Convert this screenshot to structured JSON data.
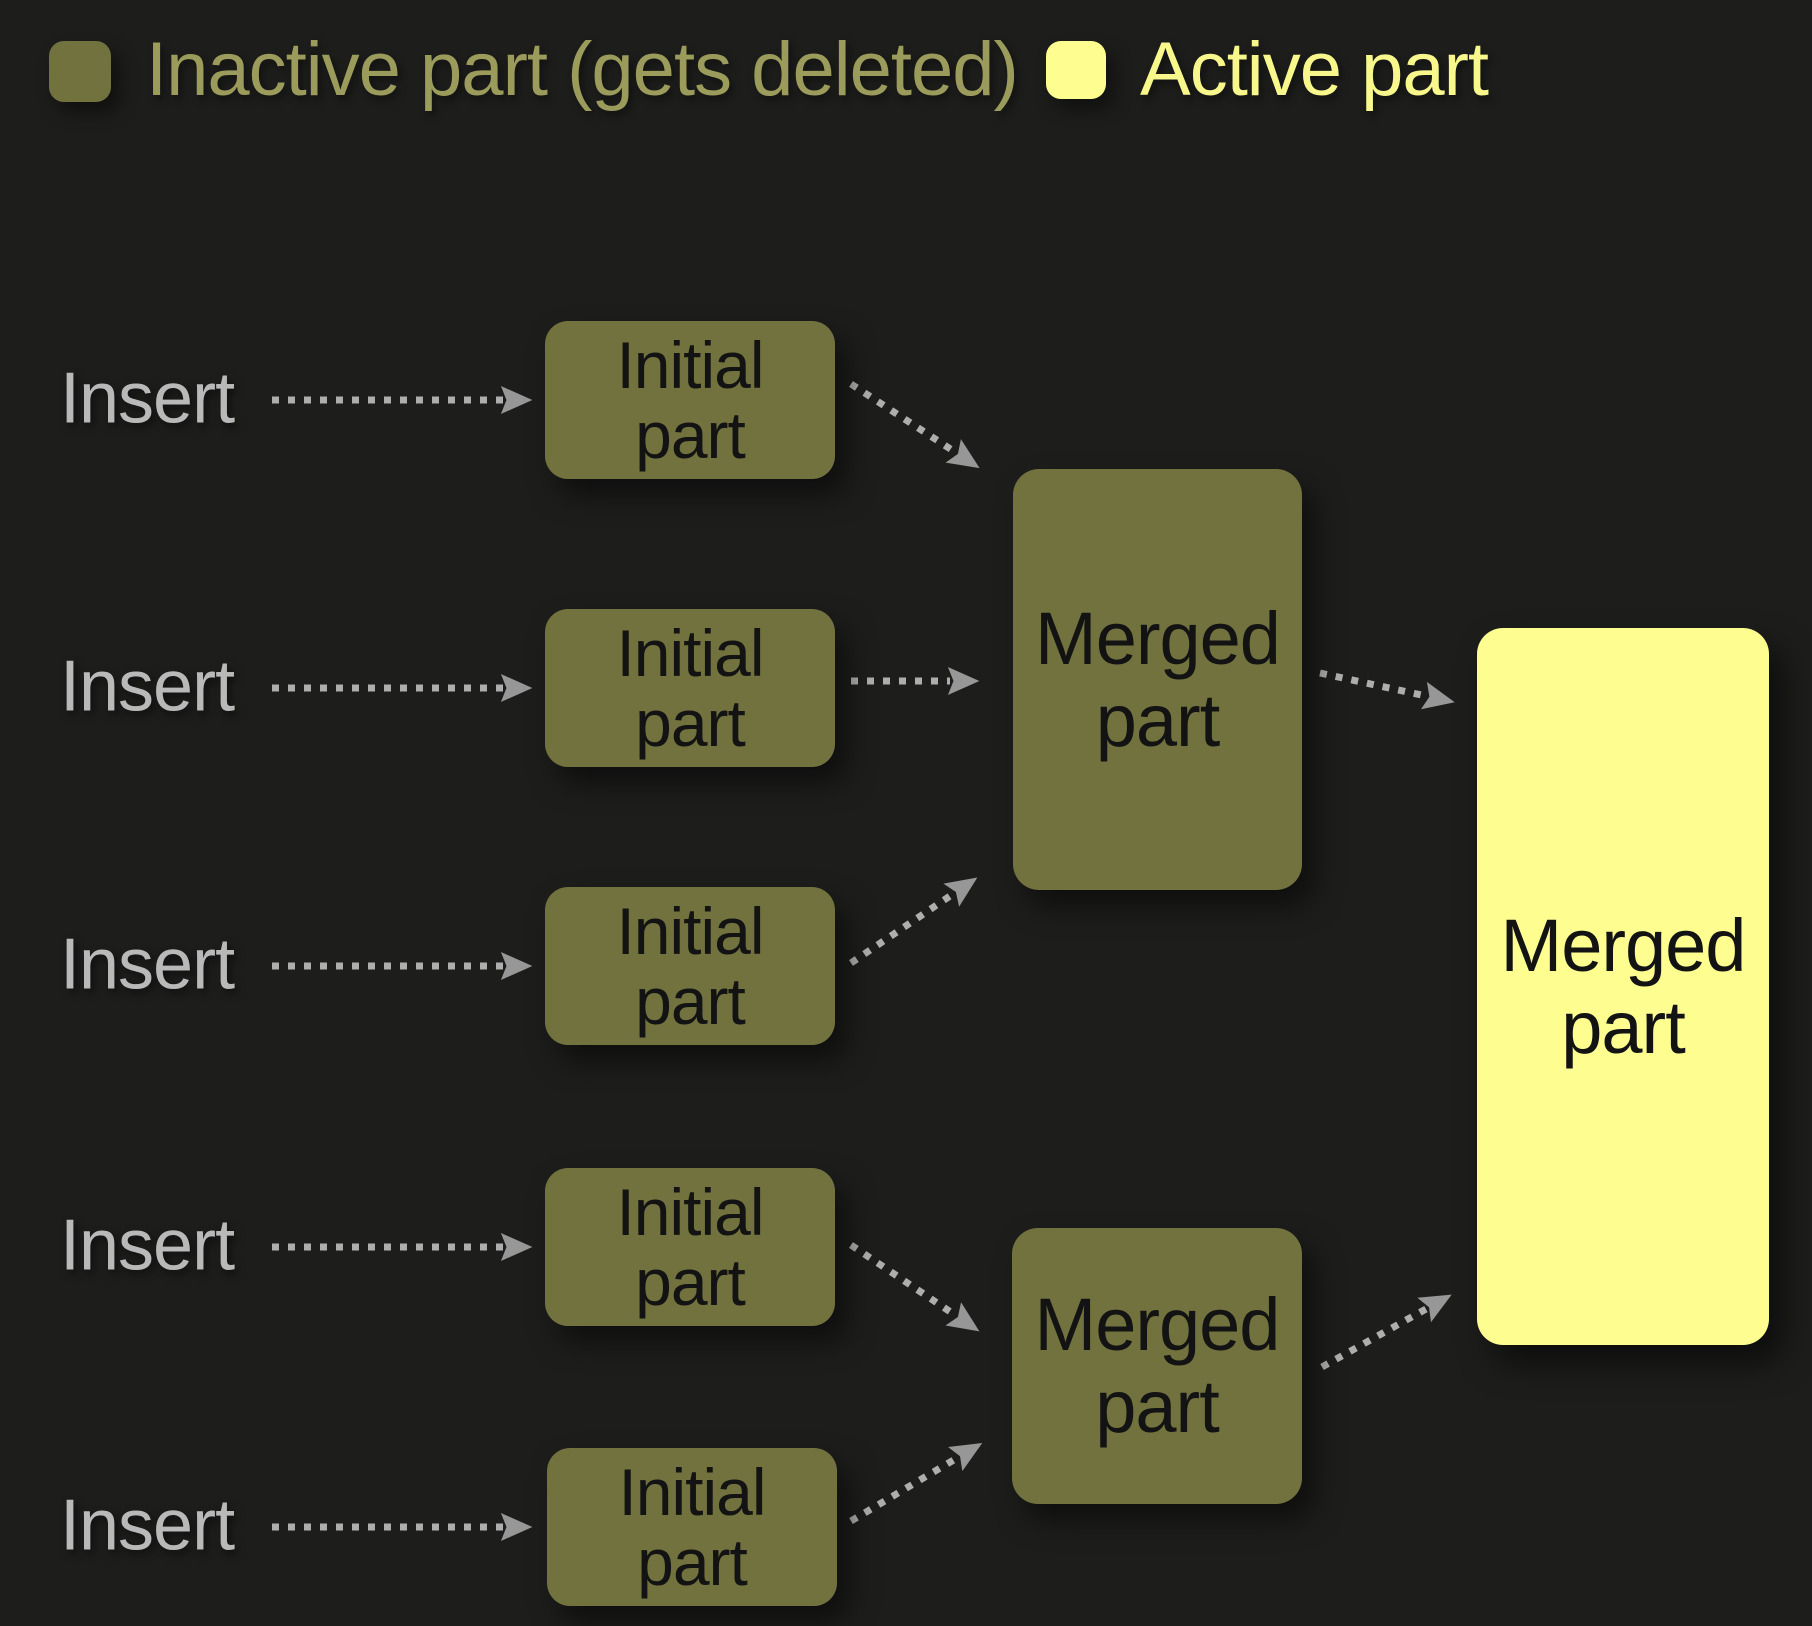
{
  "legend": {
    "inactive_label": "Inactive part (gets deleted)",
    "active_label": "Active part",
    "inactive_color": "#72723f",
    "active_color": "#fdfd90"
  },
  "rows": [
    {
      "insert_label": "Insert",
      "box_line1": "Initial",
      "box_line2": "part"
    },
    {
      "insert_label": "Insert",
      "box_line1": "Initial",
      "box_line2": "part"
    },
    {
      "insert_label": "Insert",
      "box_line1": "Initial",
      "box_line2": "part"
    },
    {
      "insert_label": "Insert",
      "box_line1": "Initial",
      "box_line2": "part"
    },
    {
      "insert_label": "Insert",
      "box_line1": "Initial",
      "box_line2": "part"
    }
  ],
  "merged": {
    "top": {
      "line1": "Merged",
      "line2": "part"
    },
    "bottom": {
      "line1": "Merged",
      "line2": "part"
    },
    "final": {
      "line1": "Merged",
      "line2": "part"
    }
  },
  "colors": {
    "background": "#1d1d1c",
    "inactive_fill": "#72723f",
    "active_fill": "#fdfd90",
    "inactive_legend_text": "#9b9b5c",
    "active_legend_text": "#f7f78c",
    "box_text": "#131313",
    "insert_text": "#b9b9b9",
    "arrow": "#aeaeae",
    "arrow_head": "#979797"
  }
}
